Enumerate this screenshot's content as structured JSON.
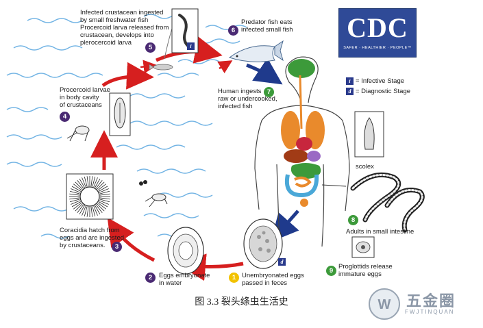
{
  "logo": {
    "text": "CDC",
    "tagline": "SAFER · HEALTHIER · PEOPLE™"
  },
  "legend": {
    "infective": {
      "symbol": "i",
      "label": "= Infective Stage"
    },
    "diagnostic": {
      "symbol": "d",
      "label": "= Diagnostic Stage"
    }
  },
  "stages": [
    {
      "num": "1",
      "color": "#f2c200",
      "text": "Unembryonated eggs\npassed in feces"
    },
    {
      "num": "2",
      "color": "#4a2a73",
      "text": "Eggs embryonate\nin water"
    },
    {
      "num": "3",
      "color": "#4a2a73",
      "text": "Coracidia hatch from\neggs and are ingested\nby crustaceans."
    },
    {
      "num": "4",
      "color": "#4a2a73",
      "text": "Procercoid larvae\nin body cavity\nof crustaceans"
    },
    {
      "num": "5",
      "color": "#4a2a73",
      "text": "Infected crustacean ingested\nby small freshwater fish\nProcercoid larva released from\ncrustacean, develops into\nplerocercoid larva"
    },
    {
      "num": "6",
      "color": "#4a2a73",
      "text": "Predator fish eats\ninfected small fish"
    },
    {
      "num": "7",
      "color": "#3c9a3a",
      "text": "Human ingests\nraw or undercooked,\ninfected fish"
    },
    {
      "num": "8",
      "color": "#3c9a3a",
      "text": "Adults in small intestine"
    },
    {
      "num": "9",
      "color": "#3c9a3a",
      "text": "Proglottids release\nimmature eggs"
    }
  ],
  "scolex_label": "scolex",
  "caption": "图 3.3  裂头绦虫生活史",
  "watermark": {
    "text": "五金圈",
    "sub": "FWJTINQUAN",
    "badge": "W"
  },
  "colors": {
    "cycle_arrow": "#d61f1f",
    "host_arrow": "#1f3a8c",
    "water": "#5ba8e0"
  }
}
